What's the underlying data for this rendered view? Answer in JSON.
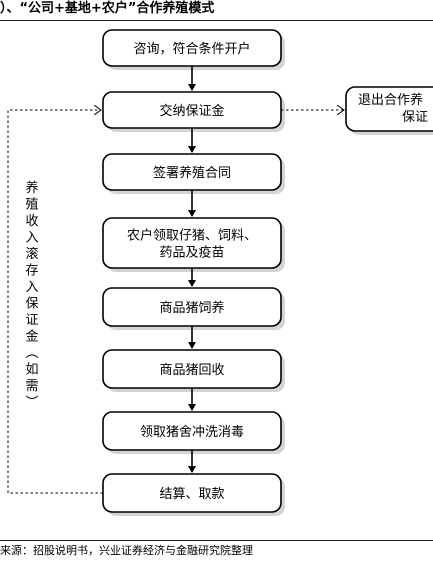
{
  "title": "）、“公司+基地+农户”合作养殖模式",
  "nodes": [
    {
      "id": "consult",
      "lines": [
        "咨询，符合条件开户"
      ]
    },
    {
      "id": "deposit",
      "lines": [
        "交纳保证金"
      ]
    },
    {
      "id": "contract",
      "lines": [
        "签署养殖合同"
      ]
    },
    {
      "id": "receive",
      "lines": [
        "农户领取仔猪、饲料、",
        "药品及疫苗"
      ]
    },
    {
      "id": "raise",
      "lines": [
        "商品猪饲养"
      ]
    },
    {
      "id": "recycle",
      "lines": [
        "商品猪回收"
      ]
    },
    {
      "id": "disinfect",
      "lines": [
        "领取猪舍冲洗消毒"
      ]
    },
    {
      "id": "settle",
      "lines": [
        "结算、取款"
      ]
    }
  ],
  "exit_node": {
    "lines": [
      "退出合作养",
      "保证"
    ]
  },
  "side_label": [
    "养",
    "殖",
    "收",
    "入",
    "滚",
    "存",
    "入",
    "保",
    "证",
    "金",
    "︵",
    "如",
    "需",
    "︶"
  ],
  "source": "来源：招股说明书，兴业证券经济与金融研究院整理"
}
